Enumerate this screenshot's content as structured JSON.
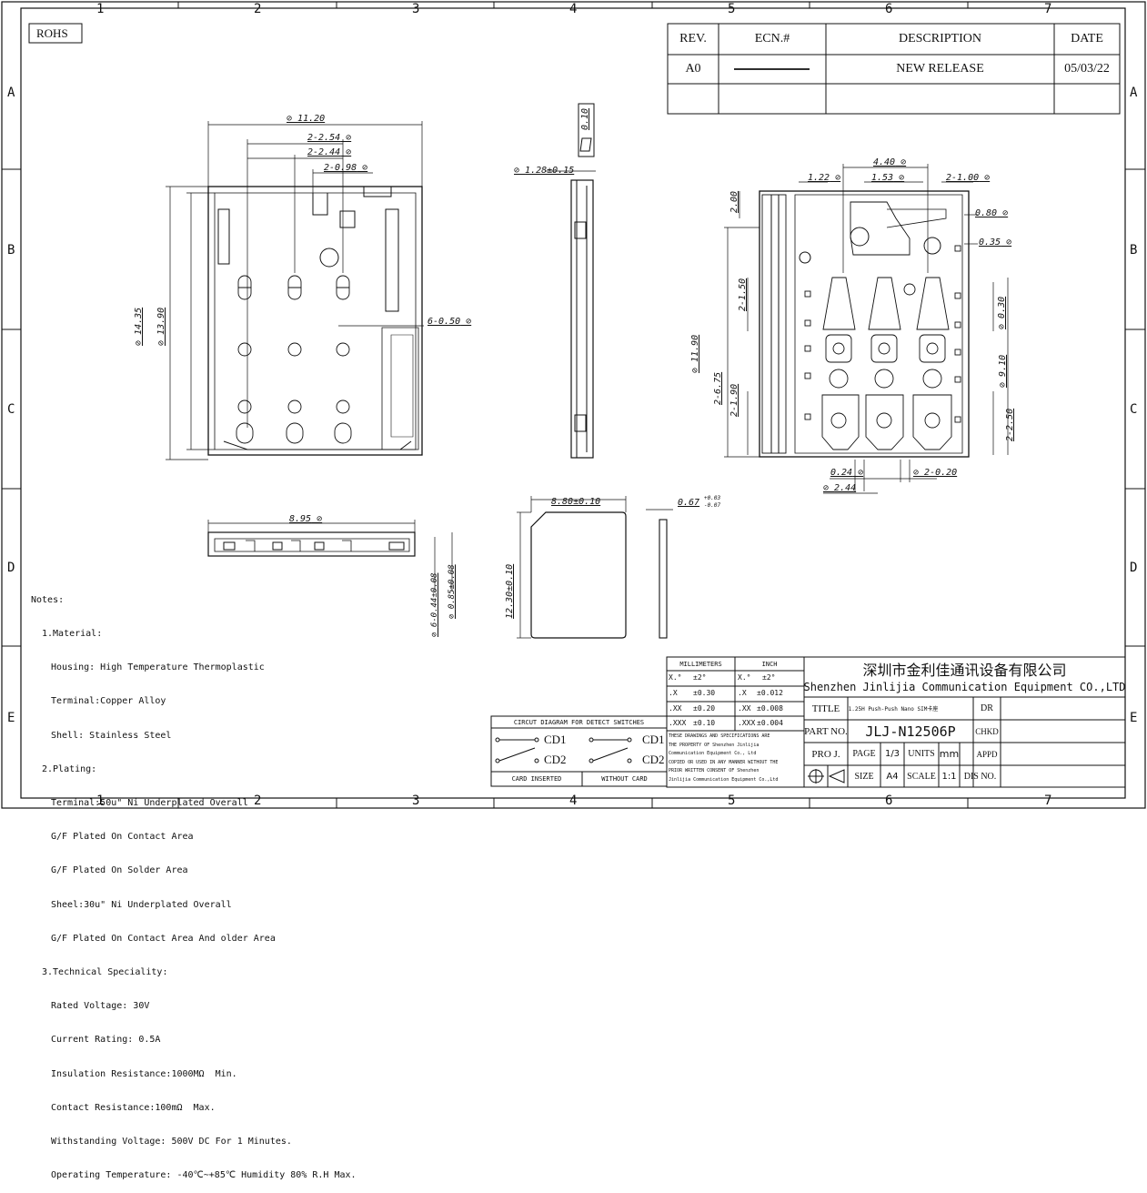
{
  "border": {
    "cols": [
      "1",
      "2",
      "3",
      "4",
      "5",
      "6",
      "7"
    ],
    "rows": [
      "A",
      "B",
      "C",
      "D",
      "E"
    ]
  },
  "rohs": "ROHS",
  "revision_table": {
    "headers": {
      "rev": "REV.",
      "ecn": "ECN.#",
      "desc": "DESCRIPTION",
      "date": "DATE"
    },
    "row": {
      "rev": "A0",
      "desc": "NEW RELEASE",
      "date": "05/03/22"
    }
  },
  "dims": {
    "top_width": "11.20",
    "pitch1": "2-2.54",
    "pitch2": "2-2.44",
    "pad1": "2-0.98",
    "height_total": "14.35",
    "height_body": "13.90",
    "pad2": "6-0.50",
    "side_thk": "1.28±0.15",
    "side_tab": "0.10",
    "front_width": "8.95",
    "front_h1": "6-0.44±0.08",
    "front_h2": "0.85±0.08",
    "card_w": "8.80±0.10",
    "card_h": "12.30±0.10",
    "card_t": "0.67",
    "card_t_tol_up": "+0.03",
    "card_t_tol_dn": "-0.07",
    "b_440": "4.40",
    "b_122": "1.22",
    "b_153": "1.53",
    "b_2100": "2-1.00",
    "b_200": "2.00",
    "b_080": "0.80",
    "b_035": "0.35",
    "b_2150": "2-1.50",
    "b_1190": "11.90",
    "b_030": "0.30",
    "b_910": "9.10",
    "b_2675": "2-6.75",
    "b_2190": "2-1.90",
    "b_2250": "2-2.50",
    "b_024": "0.24",
    "b_2020": "2-0.20",
    "b_244": "2.44"
  },
  "notes": [
    {
      "lvl": 0,
      "text": "Notes:"
    },
    {
      "lvl": 1,
      "text": "1.Material:"
    },
    {
      "lvl": 2,
      "text": "Housing: High Temperature Thermoplastic"
    },
    {
      "lvl": 2,
      "text": "Terminal:Copper Alloy"
    },
    {
      "lvl": 2,
      "text": "Shell: Stainless Steel"
    },
    {
      "lvl": 1,
      "text": "2.Plating:"
    },
    {
      "lvl": 2,
      "text": "Terminal:50u\" Ni Underplated Overall"
    },
    {
      "lvl": 2,
      "text": "G/F Plated On Contact Area"
    },
    {
      "lvl": 2,
      "text": "G/F Plated On Solder Area"
    },
    {
      "lvl": 2,
      "text": "Sheel:30u\" Ni Underplated Overall"
    },
    {
      "lvl": 2,
      "text": "G/F Plated On Contact Area And older Area"
    },
    {
      "lvl": 1,
      "text": "3.Technical Speciality:"
    },
    {
      "lvl": 2,
      "text": "Rated Voltage: 30V"
    },
    {
      "lvl": 2,
      "text": "Current Rating: 0.5A"
    },
    {
      "lvl": 2,
      "text": "Insulation Resistance:1000MΩ  Min."
    },
    {
      "lvl": 2,
      "text": "Contact Resistance:100mΩ  Max."
    },
    {
      "lvl": 2,
      "text": "Withstanding Voltage: 500V DC For 1 Minutes."
    },
    {
      "lvl": 2,
      "text": "Operating Temperature: -40℃~+85℃ Humidity 80% R.H Max."
    }
  ],
  "circuit": {
    "title": "CIRCUT DIAGRAM FOR DETECT SWITCHES",
    "cd1": "CD1",
    "cd2": "CD2",
    "card_inserted": "CARD INSERTED",
    "without_card": "WITHOUT CARD"
  },
  "tolerance": {
    "mm_header": "MILLIMETERS",
    "inch_header": "INCH",
    "rows": [
      {
        "mm_fmt": "X.°",
        "mm_tol": "±2°",
        "in_fmt": "X.°",
        "in_tol": "±2°"
      },
      {
        "mm_fmt": ".X",
        "mm_tol": "±0.30",
        "in_fmt": ".X",
        "in_tol": "±0.012"
      },
      {
        "mm_fmt": ".XX",
        "mm_tol": "±0.20",
        "in_fmt": ".XX",
        "in_tol": "±0.008"
      },
      {
        "mm_fmt": ".XXX",
        "mm_tol": "±0.10",
        "in_fmt": ".XXX",
        "in_tol": "±0.004"
      }
    ],
    "property_note": [
      "THESE DRAWINGS AND SPECIFICATIONS ARE",
      "THE PROPERTY OF Shenzhen Jinlijia",
      "Communication Equipment Co., Ltd",
      "COPIED OR USED IN ANY MANNER WITHOUT THE",
      "PRIOR WRITTEN CONSENT OF Shenzhen",
      "Jinlijia Communication Equipment Co.,Ltd"
    ]
  },
  "title_block": {
    "company_cn": "深圳市金利佳通讯设备有限公司",
    "company_en": "Shenzhen Jinlijia Communication Equipment CO.,LTD",
    "title_label": "TITLE",
    "title_value": "1.25H Push-Push Nano SIM卡座",
    "dr": "DR",
    "part_label": "PART NO.",
    "part_value": "JLJ-N12506P",
    "chkd": "CHKD",
    "proj_label": "PRO J.",
    "page_label": "PAGE",
    "page_value": "1/3",
    "units_label": "UNITS",
    "units_value": "mm",
    "appd": "APPD",
    "size_label": "SIZE",
    "size_value": "A4",
    "scale_label": "SCALE",
    "scale_value": "1:1",
    "dis_label": "DIS NO."
  },
  "colors": {
    "line": "#111111",
    "paper": "#ffffff"
  }
}
